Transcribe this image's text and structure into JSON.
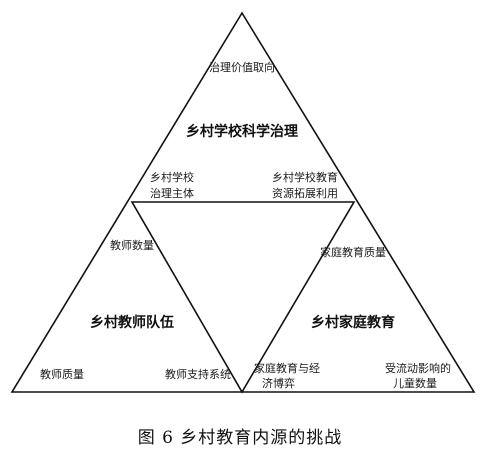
{
  "top": {
    "title": "乡村学校科学治理",
    "apex_label": "治理价值取向",
    "left_label": [
      "乡村学校",
      "治理主体"
    ],
    "right_label": [
      "乡村学校教育",
      "资源拓展利用"
    ]
  },
  "left": {
    "title": "乡村教师队伍",
    "apex_label": "教师数量",
    "left_label": "教师质量",
    "right_label": "教师支持系统"
  },
  "right": {
    "title": "乡村家庭教育",
    "apex_label": "家庭教育质量",
    "left_label": [
      "家庭教育与经",
      "济博弈"
    ],
    "right_label": [
      "受流动影响的",
      "儿童数量"
    ]
  },
  "caption": "图 6  乡村教育内源的挑战"
}
